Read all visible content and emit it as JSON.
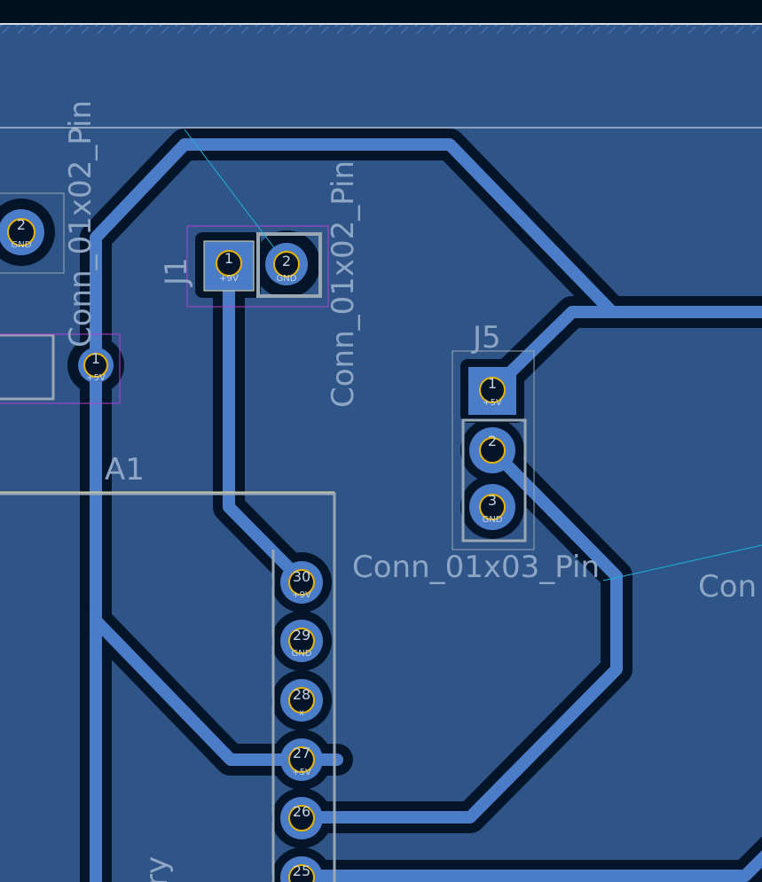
{
  "colors": {
    "background": "#00101f",
    "zone": "#2f5487",
    "track": "#4a7cc8",
    "clearance": "#04152a",
    "pad_ring": "#e8b400",
    "silkscreen": "#8ea6c6",
    "courtyard": "#9aa8b4",
    "fab": "#b040d0",
    "ratsnest": "#20b0d8"
  },
  "labels": {
    "left_value": "Conn_01x02_Pin",
    "j1_value": "Conn_01x02_Pin",
    "j1_ref": "J1",
    "j5_ref": "J5",
    "j5_value": "Conn_01x03_Pin",
    "a1_ref": "A1",
    "right_partial": "Con",
    "bottom_partial": "ry"
  },
  "pads": {
    "left_conn_2": {
      "num": "2",
      "net": "GND"
    },
    "left_a1_1": {
      "num": "1",
      "net": "+5V"
    },
    "j1_1": {
      "num": "1",
      "net": "+9V"
    },
    "j1_2": {
      "num": "2",
      "net": "GND"
    },
    "j5_1": {
      "num": "1",
      "net": "+5V"
    },
    "j5_2": {
      "num": "2",
      "net": ""
    },
    "j5_3": {
      "num": "3",
      "net": "GND"
    },
    "a1_30": {
      "num": "30",
      "net": "+9V"
    },
    "a1_29": {
      "num": "29",
      "net": "GND"
    },
    "a1_28": {
      "num": "28",
      "net": "x"
    },
    "a1_27": {
      "num": "27",
      "net": "+5V"
    },
    "a1_26": {
      "num": "26",
      "net": ""
    },
    "a1_25": {
      "num": "25",
      "net": ""
    }
  }
}
